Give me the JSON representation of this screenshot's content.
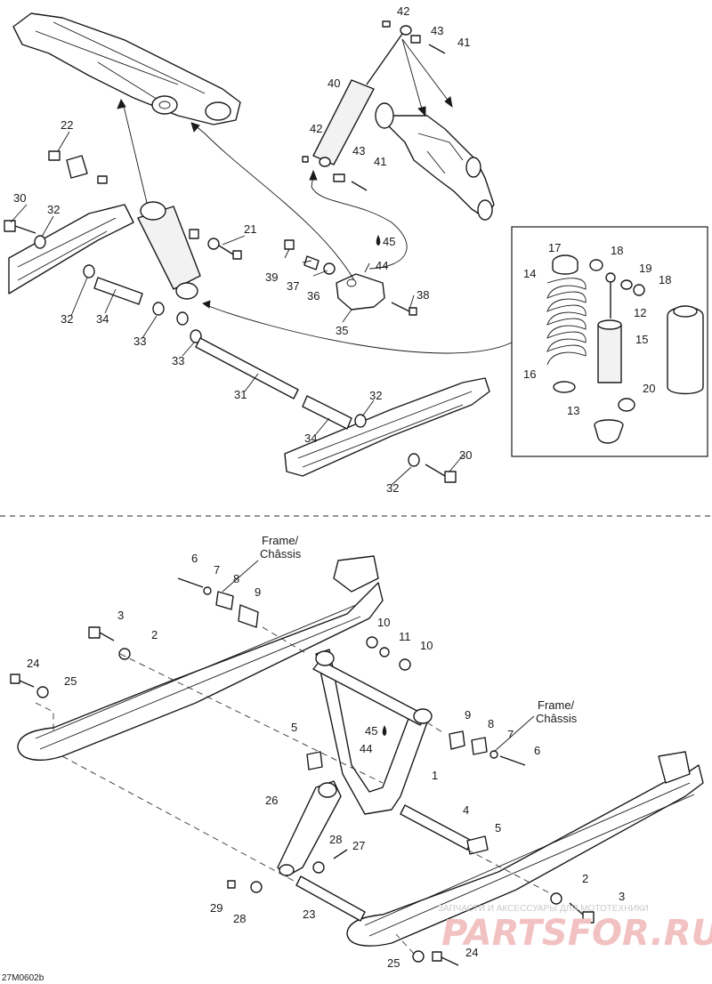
{
  "drawing_code": "27M0602b",
  "frame_label": [
    "Frame/",
    "Châssis"
  ],
  "watermark": {
    "text": "ЗАПЧАСТИ И АКСЕССУАРЫ ДЛЯ МОТОТЕХНИКИ",
    "logo": "PARTSFOR.RU",
    "color": "#f2c2c2"
  },
  "callouts": [
    {
      "id": "c42a",
      "text": "42"
    },
    {
      "id": "c43a",
      "text": "43"
    },
    {
      "id": "c41a",
      "text": "41"
    },
    {
      "id": "c40",
      "text": "40"
    },
    {
      "id": "c42b",
      "text": "42"
    },
    {
      "id": "c43b",
      "text": "43"
    },
    {
      "id": "c41b",
      "text": "41"
    },
    {
      "id": "c22",
      "text": "22"
    },
    {
      "id": "c30a",
      "text": "30"
    },
    {
      "id": "c32a",
      "text": "32"
    },
    {
      "id": "c21",
      "text": "21"
    },
    {
      "id": "c45a",
      "text": "45"
    },
    {
      "id": "c44a",
      "text": "44"
    },
    {
      "id": "c39",
      "text": "39"
    },
    {
      "id": "c37",
      "text": "37"
    },
    {
      "id": "c36",
      "text": "36"
    },
    {
      "id": "c38",
      "text": "38"
    },
    {
      "id": "c35",
      "text": "35"
    },
    {
      "id": "c32b",
      "text": "32"
    },
    {
      "id": "c34a",
      "text": "34"
    },
    {
      "id": "c33a",
      "text": "33"
    },
    {
      "id": "c33b",
      "text": "33"
    },
    {
      "id": "c31",
      "text": "31"
    },
    {
      "id": "c32c",
      "text": "32"
    },
    {
      "id": "c34b",
      "text": "34"
    },
    {
      "id": "c30b",
      "text": "30"
    },
    {
      "id": "c32d",
      "text": "32"
    },
    {
      "id": "c17",
      "text": "17"
    },
    {
      "id": "c18a",
      "text": "18"
    },
    {
      "id": "c19",
      "text": "19"
    },
    {
      "id": "c18b",
      "text": "18"
    },
    {
      "id": "c14",
      "text": "14"
    },
    {
      "id": "c12",
      "text": "12"
    },
    {
      "id": "c15",
      "text": "15"
    },
    {
      "id": "c16",
      "text": "16"
    },
    {
      "id": "c20",
      "text": "20"
    },
    {
      "id": "c13",
      "text": "13"
    },
    {
      "id": "c6a",
      "text": "6"
    },
    {
      "id": "c7a",
      "text": "7"
    },
    {
      "id": "c8a",
      "text": "8"
    },
    {
      "id": "c9a",
      "text": "9"
    },
    {
      "id": "c3a",
      "text": "3"
    },
    {
      "id": "c2a",
      "text": "2"
    },
    {
      "id": "c24a",
      "text": "24"
    },
    {
      "id": "c25a",
      "text": "25"
    },
    {
      "id": "c10a",
      "text": "10"
    },
    {
      "id": "c11",
      "text": "11"
    },
    {
      "id": "c10b",
      "text": "10"
    },
    {
      "id": "c9b",
      "text": "9"
    },
    {
      "id": "c8b",
      "text": "8"
    },
    {
      "id": "c7b",
      "text": "7"
    },
    {
      "id": "c6b",
      "text": "6"
    },
    {
      "id": "c5a",
      "text": "5"
    },
    {
      "id": "c45b",
      "text": "45"
    },
    {
      "id": "c44b",
      "text": "44"
    },
    {
      "id": "c1",
      "text": "1"
    },
    {
      "id": "c26",
      "text": "26"
    },
    {
      "id": "c4",
      "text": "4"
    },
    {
      "id": "c5b",
      "text": "5"
    },
    {
      "id": "c28a",
      "text": "28"
    },
    {
      "id": "c27",
      "text": "27"
    },
    {
      "id": "c29",
      "text": "29"
    },
    {
      "id": "c28b",
      "text": "28"
    },
    {
      "id": "c23",
      "text": "23"
    },
    {
      "id": "c2b",
      "text": "2"
    },
    {
      "id": "c3b",
      "text": "3"
    },
    {
      "id": "c25b",
      "text": "25"
    },
    {
      "id": "c24b",
      "text": "24"
    }
  ]
}
